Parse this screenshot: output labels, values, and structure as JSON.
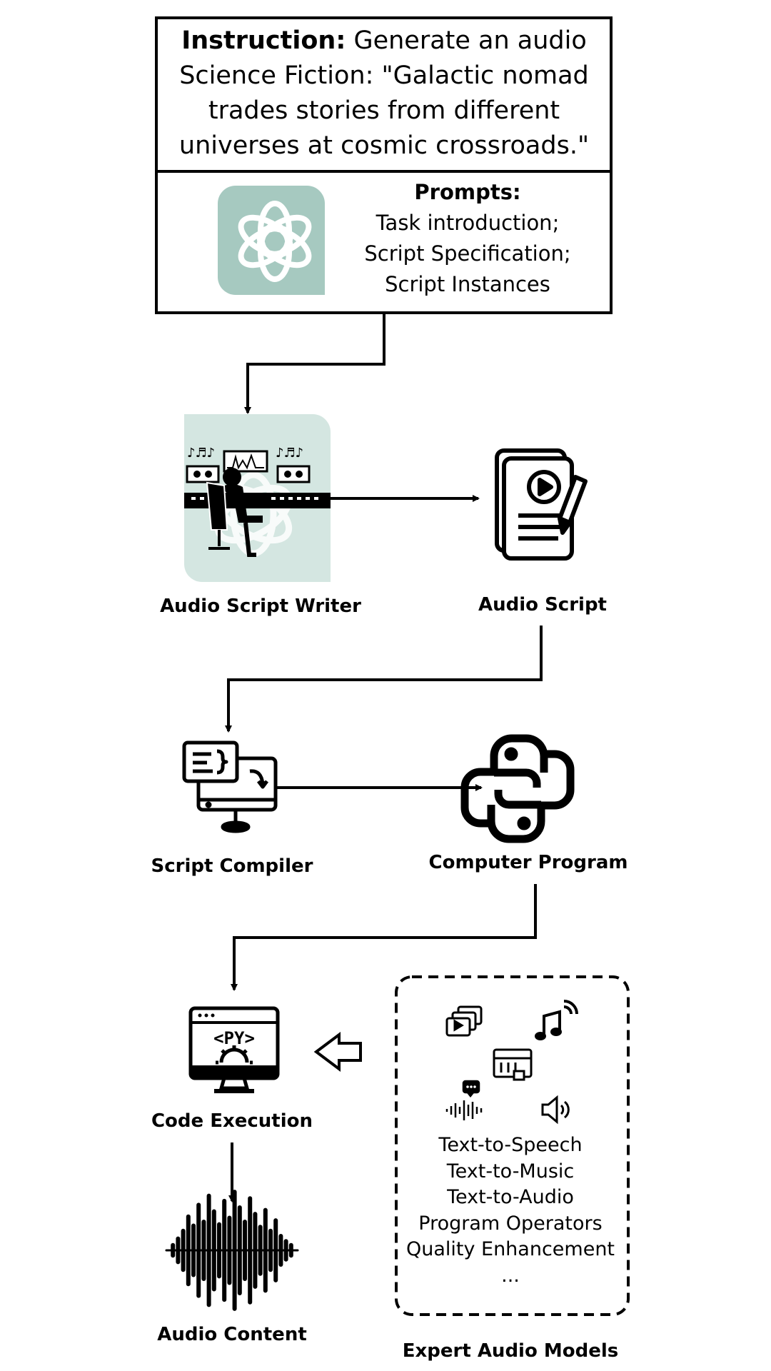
{
  "instruction": {
    "label": "Instruction:",
    "text": " Generate an audio Science Fiction: \"Galactic nomad trades stories from different universes at cosmic crossroads.\""
  },
  "prompts": {
    "title": "Prompts:",
    "lines": [
      "Task introduction;",
      "Script Specification;",
      "Script Instances"
    ]
  },
  "nodes": {
    "script_writer": "Audio Script Writer",
    "audio_script": "Audio Script",
    "script_compiler": "Script Compiler",
    "computer_program": "Computer Program",
    "code_execution": "Code Execution",
    "audio_content": "Audio Content",
    "expert_models": "Expert Audio Models"
  },
  "expert_models_list": [
    "Text-to-Speech",
    "Text-to-Music",
    "Text-to-Audio",
    "Program Operators",
    "Quality Enhancement",
    "..."
  ],
  "code_badge": "<PY>",
  "icons": [
    "openai-logo-icon",
    "studio-engineer-icon",
    "script-document-icon",
    "compiler-monitor-icon",
    "python-logo-icon",
    "py-execution-monitor-icon",
    "audio-waveform-icon",
    "video-stack-icon",
    "music-note-icon",
    "mixer-icon",
    "speech-wave-icon",
    "speaker-icon",
    "hollow-arrow-left-icon"
  ],
  "colors": {
    "logo_bg": "#a6c9c0",
    "studio_bg": "#d4e6e1",
    "line": "#000000"
  }
}
